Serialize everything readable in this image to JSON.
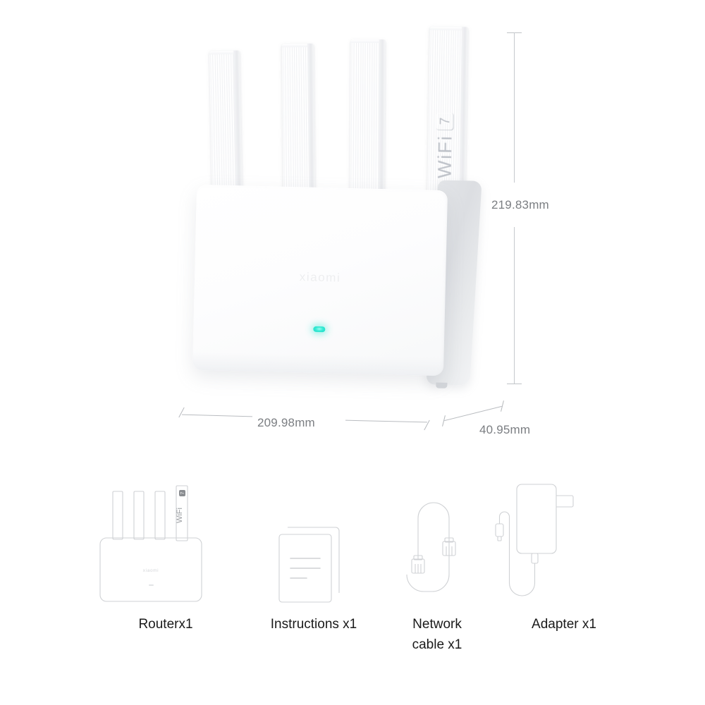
{
  "product": {
    "brand": "xiaomi",
    "brand_logo_text": "xiaomi",
    "antenna_badge": {
      "wifi_text": "WiFi",
      "generation": "7"
    },
    "led_color": "#2EE6D0",
    "body_color": "#FFFFFF",
    "side_panel_color": "#DFE1E4"
  },
  "dimensions": {
    "height": "219.83mm",
    "width": "209.98mm",
    "depth": "40.95mm",
    "line_color": "#C3C6CA",
    "label_color": "#7B7E82"
  },
  "accessories": {
    "items": [
      {
        "id": "router",
        "icon": "router-line-icon",
        "label": "Routerx1",
        "badge_wifi": "WiFi",
        "badge_generation": "7",
        "logo_text": "xiaomi"
      },
      {
        "id": "instructions",
        "icon": "documents-line-icon",
        "label": "Instructions x1"
      },
      {
        "id": "network-cable",
        "icon": "ethernet-cable-line-icon",
        "label": "Network\ncable x1",
        "label_line1": "Network",
        "label_line2": "cable x1"
      },
      {
        "id": "adapter",
        "icon": "power-adapter-line-icon",
        "label": "Adapter x1"
      }
    ],
    "line_color": "#CFD1D4",
    "label_color": "#1A1A1A"
  },
  "background_color": "#FFFFFF"
}
